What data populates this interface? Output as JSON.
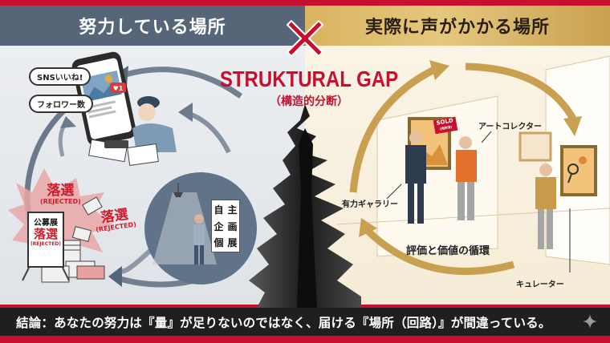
{
  "header": {
    "left_title": "努力している場所",
    "right_title": "実際に声がかかる場所",
    "divider_icon": "x-cross-icon"
  },
  "center": {
    "title": "STRUKTURAL GAP",
    "subtitle": "（構造的分断）",
    "graphic": "crack-chasm"
  },
  "left_panel": {
    "bubbles": [
      {
        "label": "SNSいいね!"
      },
      {
        "label": "フォロワー数"
      }
    ],
    "like_badge": {
      "icon": "heart-icon",
      "count": "1"
    },
    "rejected_labels": [
      {
        "main": "落選",
        "sub": "(REJECTED)"
      },
      {
        "main": "落選",
        "sub": "(REJECTED)"
      }
    ],
    "sign": {
      "line1": "公募展",
      "line2": "落選",
      "line3": "(REJECTED)"
    },
    "poster": {
      "chars": [
        "自",
        "主",
        "企",
        "画",
        "個",
        "展"
      ]
    }
  },
  "right_panel": {
    "sold_tag": {
      "main": "SOLD",
      "sub": "(売約済)"
    },
    "labels": {
      "collector": "アートコレクター",
      "gallery": "有力ギャラリー",
      "curator": "キュレーター"
    },
    "cycle_label": "評価と価値の循環"
  },
  "footer": {
    "conclusion": "結論：あなたの努力は『量』が足りないのではなく、届ける『場所（回路）』が間違っている。"
  },
  "colors": {
    "frame_red": "#c8102e",
    "left_header": "#566578",
    "right_header_gold": "#d9b460",
    "footer_bg": "#1f1f1f",
    "gold_arrow": "#c9a050",
    "slate_arrow": "#56657a"
  }
}
